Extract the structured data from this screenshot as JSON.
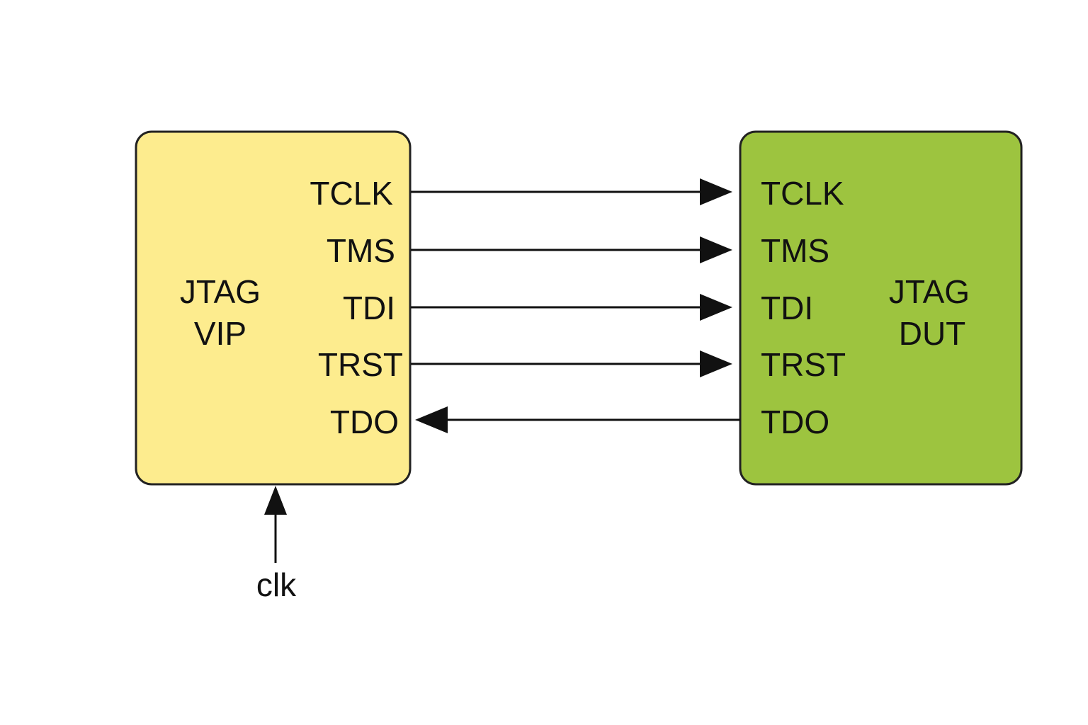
{
  "colors": {
    "vip_fill": "#FDEC8E",
    "dut_fill": "#9DC43F",
    "line": "#111111",
    "text": "#111111"
  },
  "vip": {
    "title_line1": "JTAG",
    "title_line2": "VIP",
    "ports": [
      "TCLK",
      "TMS",
      "TDI",
      "TRST",
      "TDO"
    ]
  },
  "dut": {
    "title_line1": "JTAG",
    "title_line2": "DUT",
    "ports": [
      "TCLK",
      "TMS",
      "TDI",
      "TRST",
      "TDO"
    ]
  },
  "signals": [
    {
      "name": "TCLK",
      "direction": "vip-to-dut"
    },
    {
      "name": "TMS",
      "direction": "vip-to-dut"
    },
    {
      "name": "TDI",
      "direction": "vip-to-dut"
    },
    {
      "name": "TRST",
      "direction": "vip-to-dut"
    },
    {
      "name": "TDO",
      "direction": "dut-to-vip"
    }
  ],
  "clock": {
    "label": "clk",
    "direction": "into-vip"
  }
}
